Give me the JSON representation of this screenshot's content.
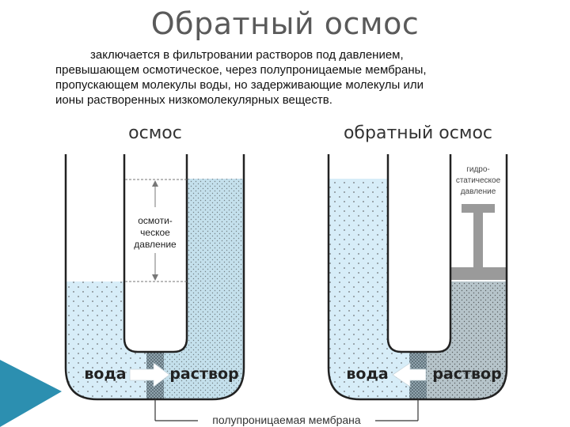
{
  "title": "Обратный осмос",
  "description": [
    "заключается в фильтровании растворов под давлением,",
    "превышающем осмотическое, через полупроницаемые мембраны,",
    "пропускающем молекулы воды, но задерживающие молекулы или",
    "ионы растворенных низкомолекулярных веществ."
  ],
  "osmosis": {
    "heading": "осмос",
    "pressure_label": [
      "осмоти-",
      "ческое",
      "давление"
    ],
    "water_label": "вода",
    "solution_label": "раствор"
  },
  "reverse": {
    "heading": "обратный осмос",
    "pressure_label": [
      "гидро-",
      "статическое",
      "давление"
    ],
    "water_label": "вода",
    "solution_label": "раствор"
  },
  "membrane_label": "полупроницаемая мембрана",
  "colors": {
    "water": "#d7edf8",
    "solution": "#bddcea",
    "solution_dense": "#a9b9bf",
    "piston": "#999999",
    "accent": "#2c8fb0"
  }
}
